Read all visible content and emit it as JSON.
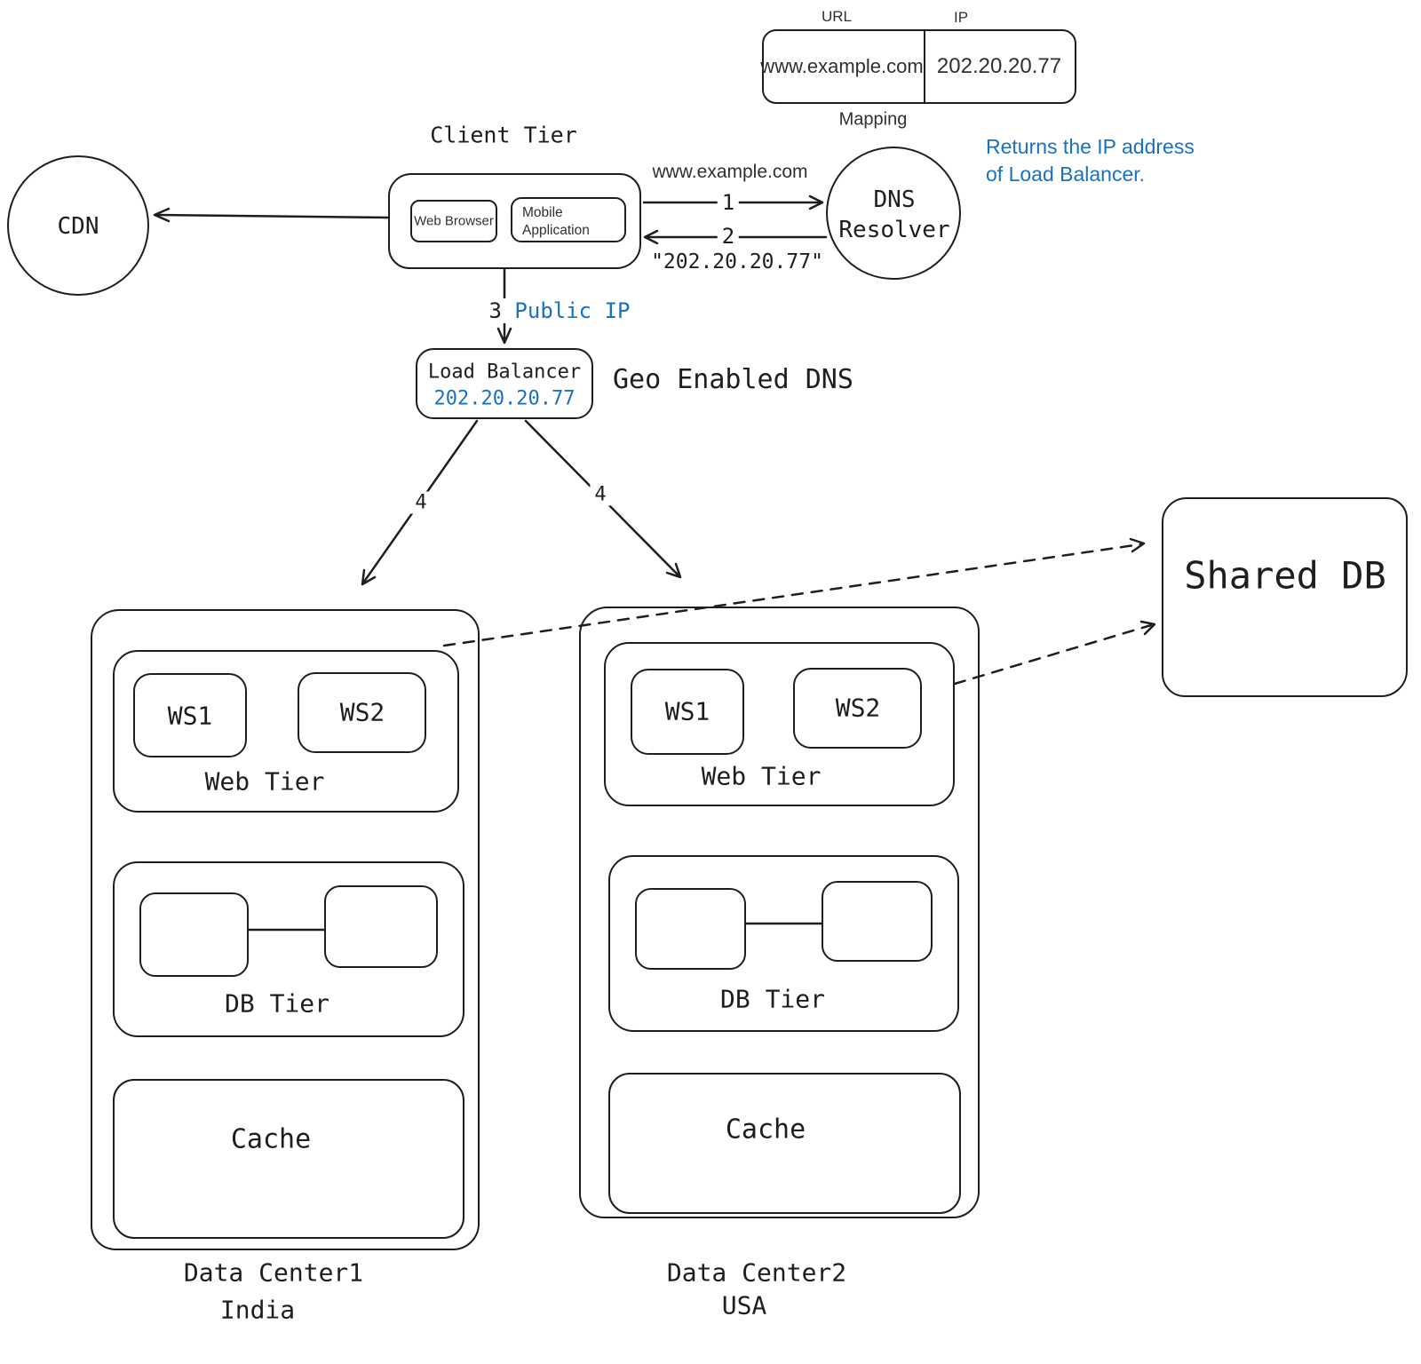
{
  "colors": {
    "stroke": "#1e1e1e",
    "accent_blue": "#1971c2",
    "background": "#ffffff"
  },
  "mapping": {
    "url_header": "URL",
    "ip_header": "IP",
    "url": "www.example.com",
    "ip": "202.20.20.77",
    "caption": "Mapping"
  },
  "client_tier": {
    "title": "Client Tier",
    "web_browser": "Web Browser",
    "mobile_application": "Mobile Application"
  },
  "cdn": {
    "label": "CDN"
  },
  "dns_resolver": {
    "line1": "DNS",
    "line2": "Resolver"
  },
  "load_balancer": {
    "title": "Load Balancer",
    "ip": "202.20.20.77"
  },
  "annotations": {
    "returns_line1": "Returns the IP address",
    "returns_line2": "of Load Balancer.",
    "geo_dns": "Geo Enabled DNS"
  },
  "steps": {
    "one": "1",
    "one_label": "www.example.com",
    "two": "2",
    "two_label": "\"202.20.20.77\"",
    "three": "3",
    "three_label": "Public IP",
    "four": "4"
  },
  "shared_db": {
    "label": "Shared DB"
  },
  "data_centers": [
    {
      "name": "Data Center1",
      "region": "India",
      "web_tier": "Web Tier",
      "db_tier": "DB Tier",
      "cache": "Cache",
      "ws1": "WS1",
      "ws2": "WS2"
    },
    {
      "name": "Data Center2",
      "region": "USA",
      "web_tier": "Web Tier",
      "db_tier": "DB Tier",
      "cache": "Cache",
      "ws1": "WS1",
      "ws2": "WS2"
    }
  ]
}
